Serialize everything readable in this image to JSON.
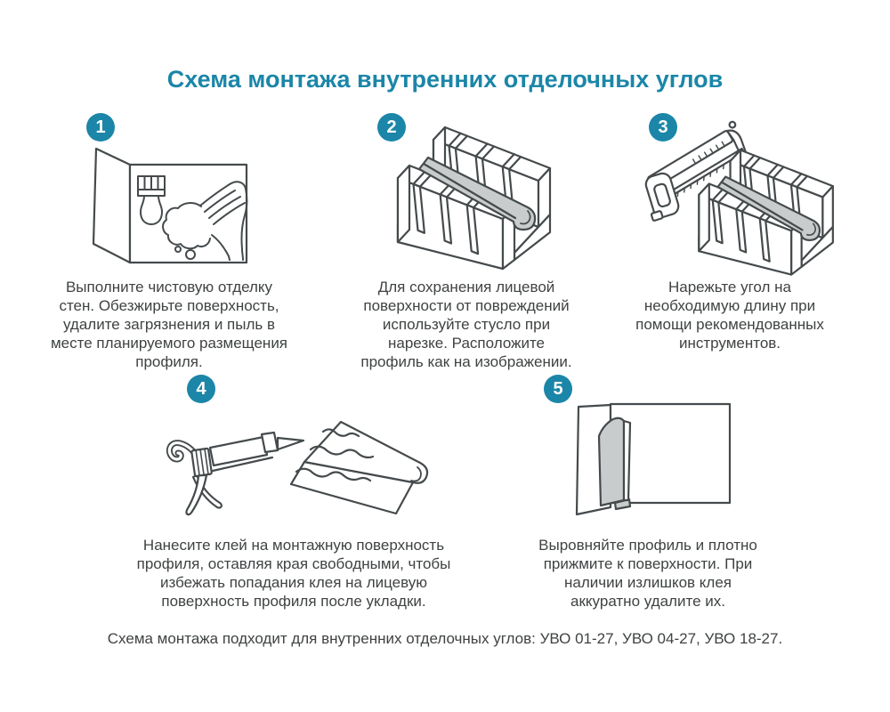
{
  "title": "Схема монтажа внутренних отделочных углов",
  "colors": {
    "accent": "#1b86a8",
    "line": "#454a4c",
    "profile_fill": "#c9cccc",
    "text": "#3f4243"
  },
  "steps": [
    {
      "number": "1",
      "caption": "Выполните чистовую отделку\nстен. Обезжирьте поверхность,\nудалите загрязнения и пыль в\nместе планируемого размещения\nпрофиля.",
      "illustration": "corner-walls-brush-and-sponge-hand"
    },
    {
      "number": "2",
      "caption": "Для сохранения лицевой\nповерхности от повреждений\nиспользуйте стусло при\nнарезке. Расположите\nпрофиль как на изображении.",
      "illustration": "miter-box-with-profile"
    },
    {
      "number": "3",
      "caption": "Нарежьте угол на\nнеобходимую длину при\nпомощи рекомендованных\nинструментов.",
      "illustration": "hacksaw-cutting-profile-in-miter-box"
    },
    {
      "number": "4",
      "caption": "Нанесите клей на монтажную поверхность\nпрофиля, оставляя края свободными, чтобы\nизбежать попадания клея на лицевую\nповерхность профиля после укладки.",
      "illustration": "caulking-gun-applying-glue-to-profile"
    },
    {
      "number": "5",
      "caption": "Выровняйте профиль и плотно\nприжмите к поверхности. При\nналичии излишков клея\nаккуратно удалите их.",
      "illustration": "corner-with-installed-profile"
    }
  ],
  "footer": "Схема монтажа подходит для внутренних отделочных углов: УВО 01-27, УВО 04-27, УВО 18-27."
}
